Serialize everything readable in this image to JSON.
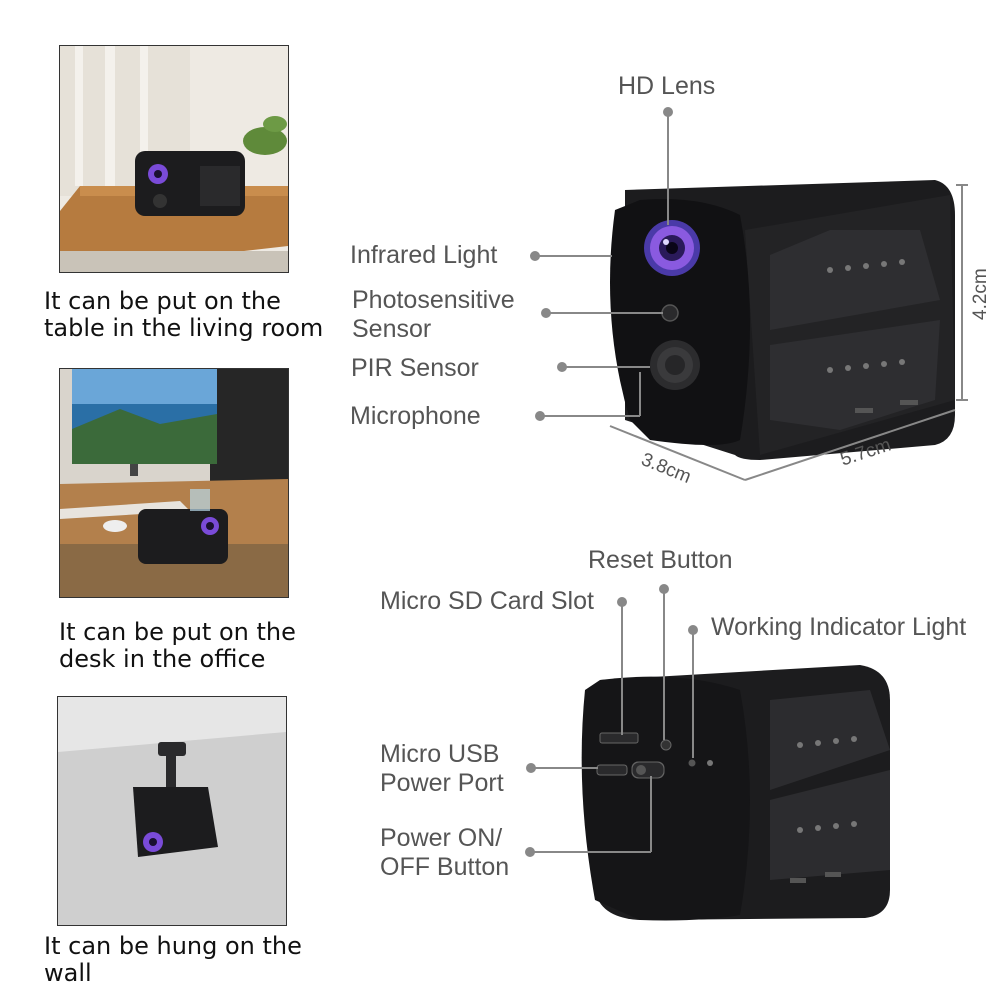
{
  "usage_examples": [
    {
      "caption": "It can be put on the\ntable in the living room"
    },
    {
      "caption": "It can be put on the\ndesk in the office"
    },
    {
      "caption": "It can be hung on the\nwall"
    }
  ],
  "front_view": {
    "labels": {
      "hd_lens": "HD Lens",
      "infrared_light": "Infrared Light",
      "photosensitive_sensor": "Photosensitive\nSensor",
      "pir_sensor": "PIR Sensor",
      "microphone": "Microphone"
    },
    "dimensions": {
      "height": "4.2cm",
      "depth": "3.8cm",
      "width": "5.7cm"
    }
  },
  "back_view": {
    "labels": {
      "reset_button": "Reset Button",
      "micro_sd_card_slot": "Micro SD Card Slot",
      "working_indicator_light": "Working Indicator Light",
      "micro_usb_power_port": "Micro USB\nPower Port",
      "power_on_off_button": "Power ON/\nOFF Button"
    }
  },
  "colors": {
    "camera_body": "#1c1c1e",
    "lens_ring": "#6a3fd0",
    "label_text": "#555555"
  }
}
